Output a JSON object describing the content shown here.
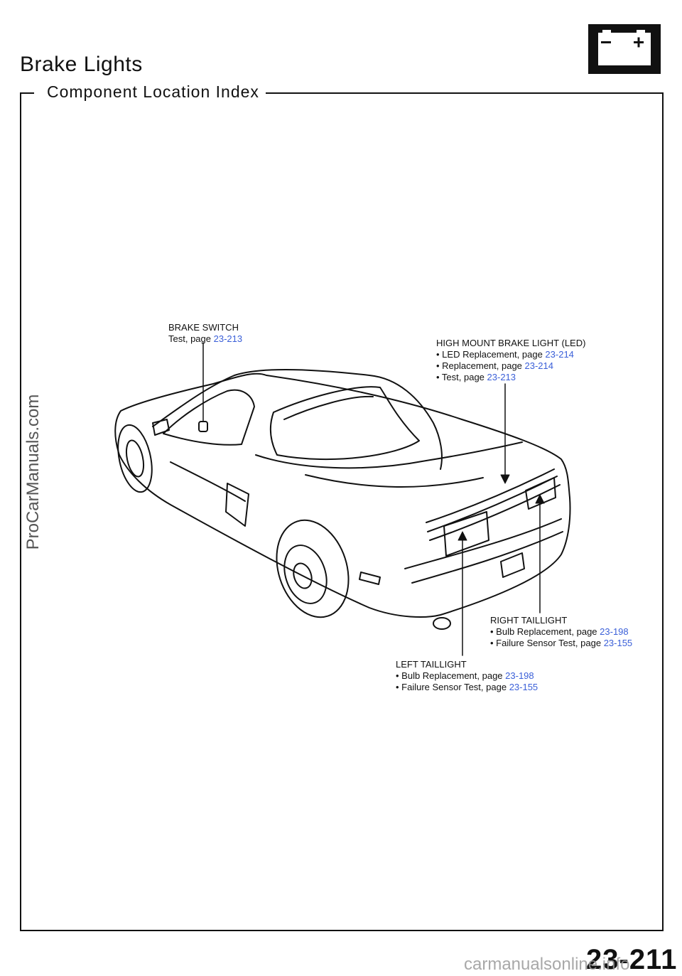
{
  "header": {
    "title": "Brake Lights",
    "subtitle": "Component Location Index"
  },
  "icons": {
    "battery": "battery-icon"
  },
  "callouts": {
    "brake_switch": {
      "name": "BRAKE SWITCH",
      "line1_text": "Test, page ",
      "line1_link": "23-213"
    },
    "high_mount": {
      "name": "HIGH MOUNT BRAKE LIGHT (LED)",
      "items": [
        {
          "text": "• LED Replacement, page ",
          "link": "23-214"
        },
        {
          "text": "• Replacement, page ",
          "link": "23-214"
        },
        {
          "text": "• Test, page ",
          "link": "23-213"
        }
      ]
    },
    "right_taillight": {
      "name": "RIGHT TAILLIGHT",
      "items": [
        {
          "text": "• Bulb Replacement, page ",
          "link": "23-198"
        },
        {
          "text": "• Failure Sensor Test, page ",
          "link": "23-155"
        }
      ]
    },
    "left_taillight": {
      "name": "LEFT TAILLIGHT",
      "items": [
        {
          "text": "• Bulb Replacement, page ",
          "link": "23-198"
        },
        {
          "text": "• Failure Sensor Test, page ",
          "link": "23-155"
        }
      ]
    }
  },
  "side_watermark": "ProCarManuals.com",
  "page_number": "23-211",
  "footer_watermark": "carmanualsonline.info",
  "colors": {
    "link": "#3a5fd8",
    "ink": "#111111"
  }
}
